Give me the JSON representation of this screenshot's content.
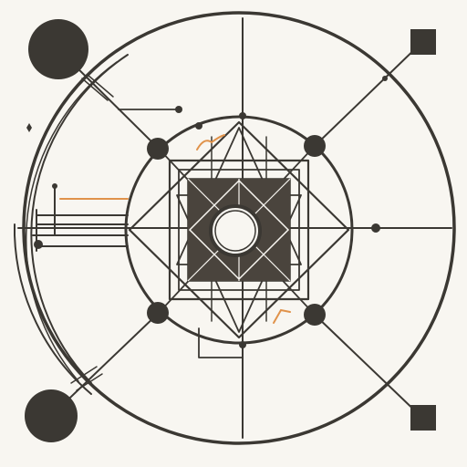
{
  "colors": {
    "background": "#f8f6f1",
    "ink": "#3b3833",
    "accent": "#e0924a"
  },
  "elements": {
    "outer_ring": "outer-ring-shape",
    "inner_ring": "inner-ring-shape",
    "core": "core-circle-shape",
    "diamond": "diamond-shape",
    "square_frame": "square-frame-shape",
    "cross_axes": "axis-lines-shape",
    "corner_discs": "disc-shape",
    "corner_squares": "square-shape",
    "node_dots": "node-dot-shape",
    "accent_strokes": "accent-stroke-shape"
  }
}
